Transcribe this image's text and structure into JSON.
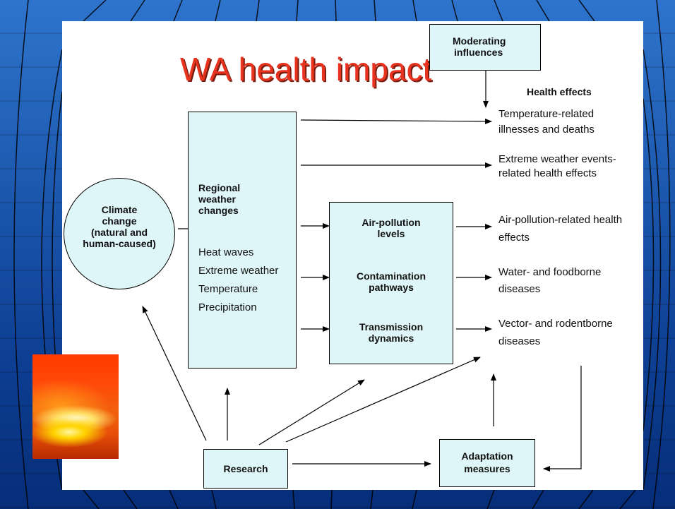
{
  "title": "WA health impact",
  "colors": {
    "title": "#e8331f",
    "background": "#1d5ab0",
    "accent_fill": "#dff6f8"
  },
  "moderating": {
    "line1": "Moderating",
    "line2": "influences"
  },
  "health_effects_header": "Health effects",
  "climate": {
    "line1": "Climate",
    "line2": "change",
    "line3": "(natural and",
    "line4": "human-caused)"
  },
  "regional": {
    "line1": "Regional",
    "line2": "weather",
    "line3": "changes",
    "items": [
      "Heat waves",
      "Extreme weather",
      "Temperature",
      "Precipitation"
    ]
  },
  "pathways": [
    {
      "line1": "Air-pollution",
      "line2": "levels"
    },
    {
      "line1": "Contamination",
      "line2": "pathways"
    },
    {
      "line1": "Transmission",
      "line2": "dynamics"
    }
  ],
  "effects": [
    {
      "line1": "Temperature-related",
      "line2": "illnesses and deaths"
    },
    {
      "line1": "Extreme weather events-",
      "line2": "related health effects"
    },
    {
      "line1": "Air-pollution-related health",
      "line2": "effects"
    },
    {
      "line1": "Water- and foodborne",
      "line2": "diseases"
    },
    {
      "line1": "Vector- and rodentborne",
      "line2": "diseases"
    }
  ],
  "research": "Research",
  "adaptation": {
    "line1": "Adaptation",
    "line2": "measures"
  }
}
